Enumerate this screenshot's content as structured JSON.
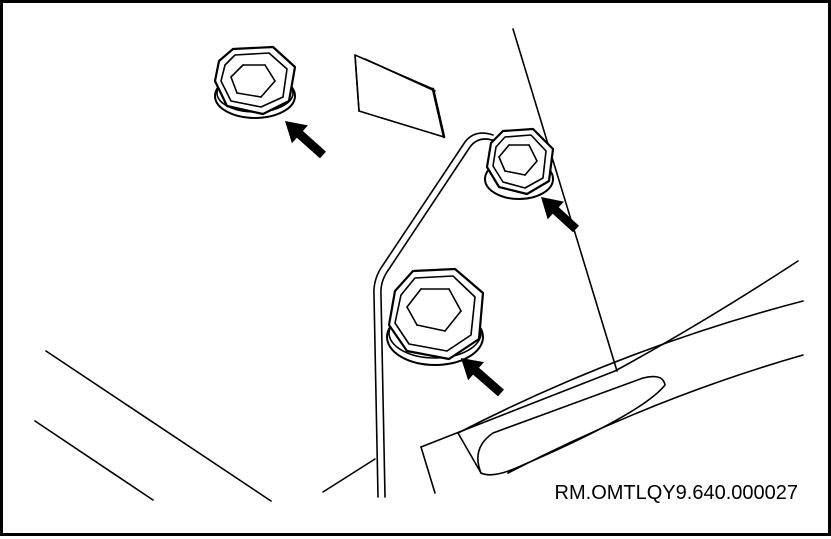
{
  "figure": {
    "reference_code": "RM.OMTLQY9.640.000027",
    "line_color": "#000000",
    "background_color": "#ffffff",
    "callouts": [
      {
        "name": "bolt-1-arrow"
      },
      {
        "name": "bolt-2-arrow"
      },
      {
        "name": "bolt-3-arrow"
      }
    ]
  }
}
